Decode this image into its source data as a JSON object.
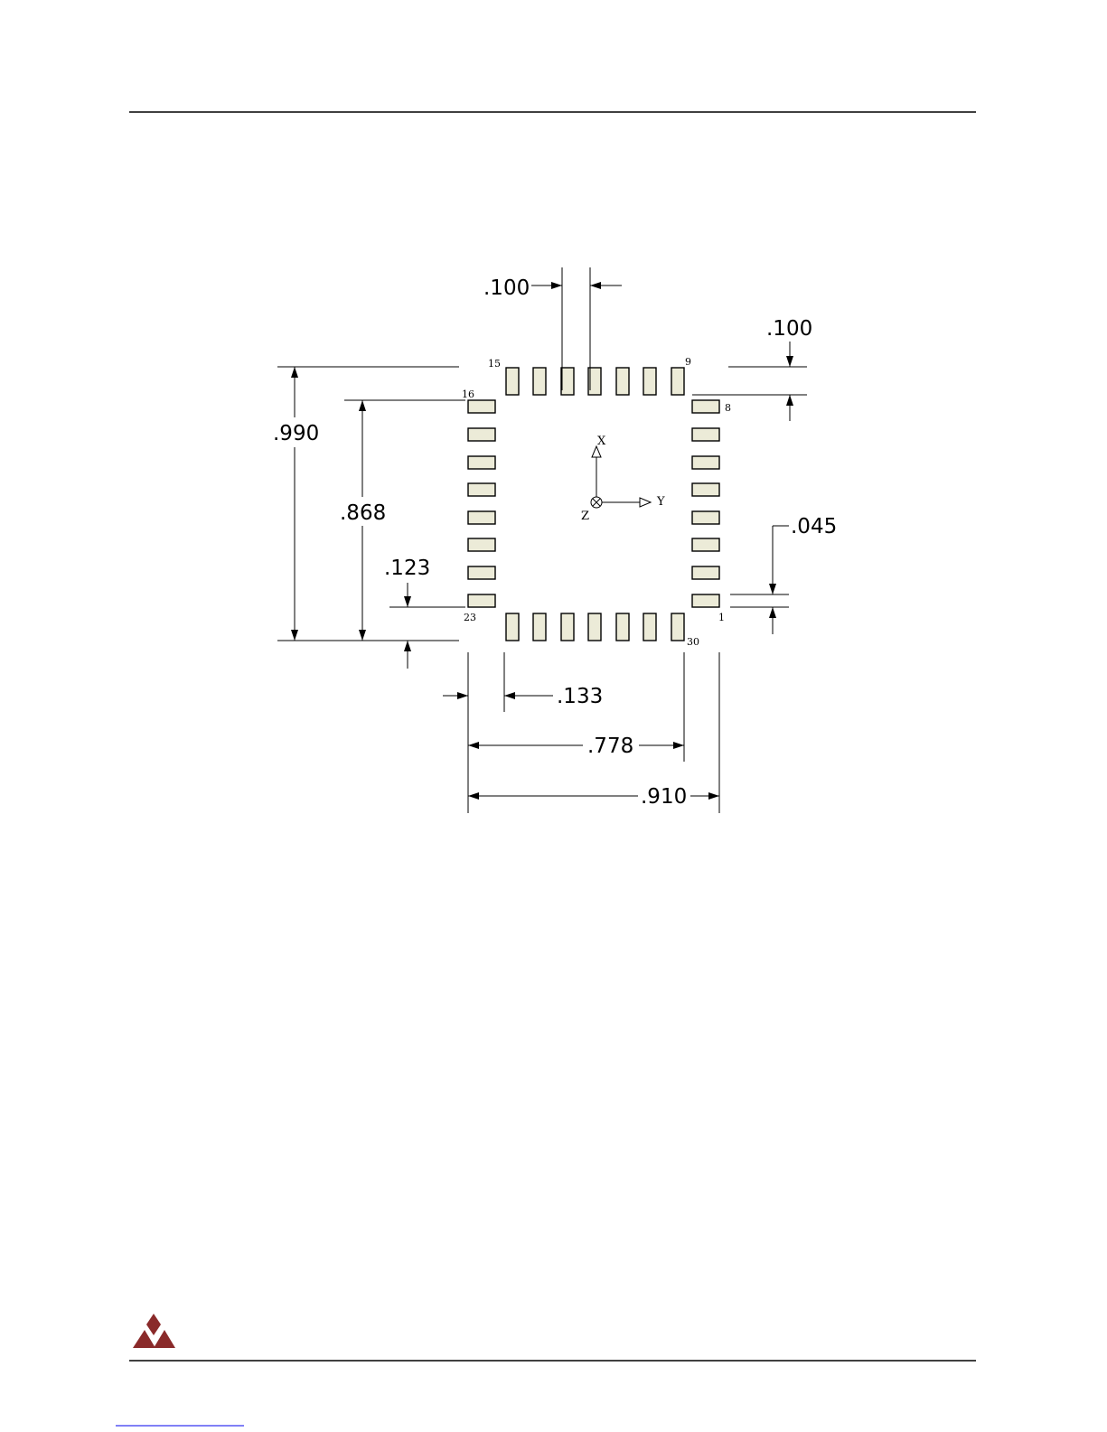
{
  "drawing": {
    "dimensions": {
      "pad_width_top": ".100",
      "pad_length_top": ".100",
      "overall_height": ".990",
      "pad_row_height": ".868",
      "bottom_offset": ".123",
      "pad_width_side": ".045",
      "left_offset": ".133",
      "pad_row_width": ".778",
      "overall_width": ".910"
    },
    "pins": {
      "top_left": "15",
      "top_right": "9",
      "left_top": "16",
      "right_top": "8",
      "left_bottom": "23",
      "right_bottom": "1",
      "bottom_right": "30"
    },
    "axes": {
      "x": "X",
      "y": "Y",
      "z": "Z"
    },
    "pad_fill": "#ecebd8"
  },
  "footer": {
    "logo_color": "#8a2a2a",
    "link_color": "#0000ee"
  }
}
